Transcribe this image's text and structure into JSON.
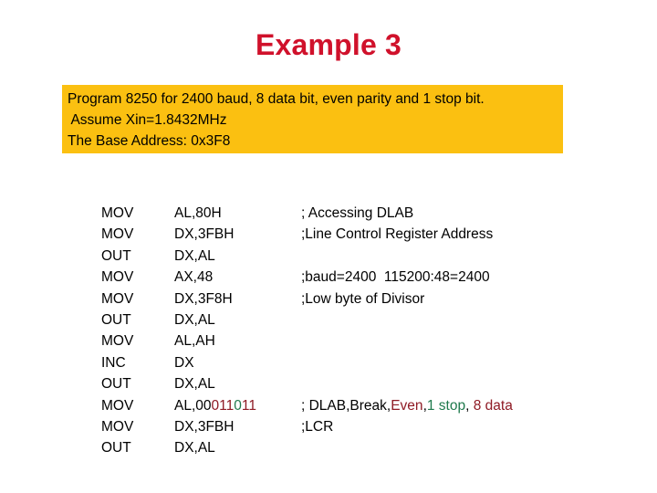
{
  "slide": {
    "title": "Example 3",
    "title_color": "#d0112b",
    "background_color": "#ffffff"
  },
  "banner": {
    "background_color": "#fbc011",
    "text_color": "#000000",
    "lines": [
      "Program 8250 for 2400 baud, 8 data bit, even parity and 1 stop bit.",
      " Assume Xin=1.8432MHz",
      "The Base Address: 0x3F8"
    ]
  },
  "code": {
    "accent_red": "#8f1b25",
    "accent_green": "#1f7a4d",
    "rows": [
      {
        "mnemonic": "MOV",
        "operand": "AL,80H",
        "comment": "; Accessing DLAB"
      },
      {
        "mnemonic": "MOV",
        "operand": "DX,3FBH",
        "comment": ";Line Control Register Address"
      },
      {
        "mnemonic": "OUT",
        "operand": "DX,AL",
        "comment": ""
      },
      {
        "mnemonic": "MOV",
        "operand": "AX,48",
        "comment": ";baud=2400  115200:48=2400"
      },
      {
        "mnemonic": "MOV",
        "operand": "DX,3F8H",
        "comment": ";Low byte of Divisor"
      },
      {
        "mnemonic": "OUT",
        "operand": "DX,AL",
        "comment": ""
      },
      {
        "mnemonic": "MOV",
        "operand": "AL,AH",
        "comment": ""
      },
      {
        "mnemonic": "INC",
        "operand": "DX",
        "comment": ""
      },
      {
        "mnemonic": "OUT",
        "operand": "DX,AL",
        "comment": ""
      },
      {
        "mnemonic": "MOV",
        "operand": "AL,00011011",
        "comment": "; DLAB,Break,Even,1 stop, 8 data"
      },
      {
        "mnemonic": "MOV",
        "operand": "DX,3FBH",
        "comment": ";LCR"
      },
      {
        "mnemonic": "OUT",
        "operand": "DX,AL",
        "comment": ""
      }
    ],
    "highlighted_operand": {
      "row_index": 9,
      "segments": [
        {
          "text": "AL,00",
          "color": "black"
        },
        {
          "text": "011",
          "color": "red"
        },
        {
          "text": "0",
          "color": "green"
        },
        {
          "text": "11",
          "color": "red"
        }
      ]
    },
    "highlighted_comment": {
      "row_index": 9,
      "segments": [
        {
          "text": "; DLAB,Break,",
          "color": "black"
        },
        {
          "text": "Even",
          "color": "red"
        },
        {
          "text": ",",
          "color": "black"
        },
        {
          "text": "1 stop",
          "color": "green"
        },
        {
          "text": ", ",
          "color": "black"
        },
        {
          "text": "8 data",
          "color": "red"
        }
      ]
    }
  }
}
